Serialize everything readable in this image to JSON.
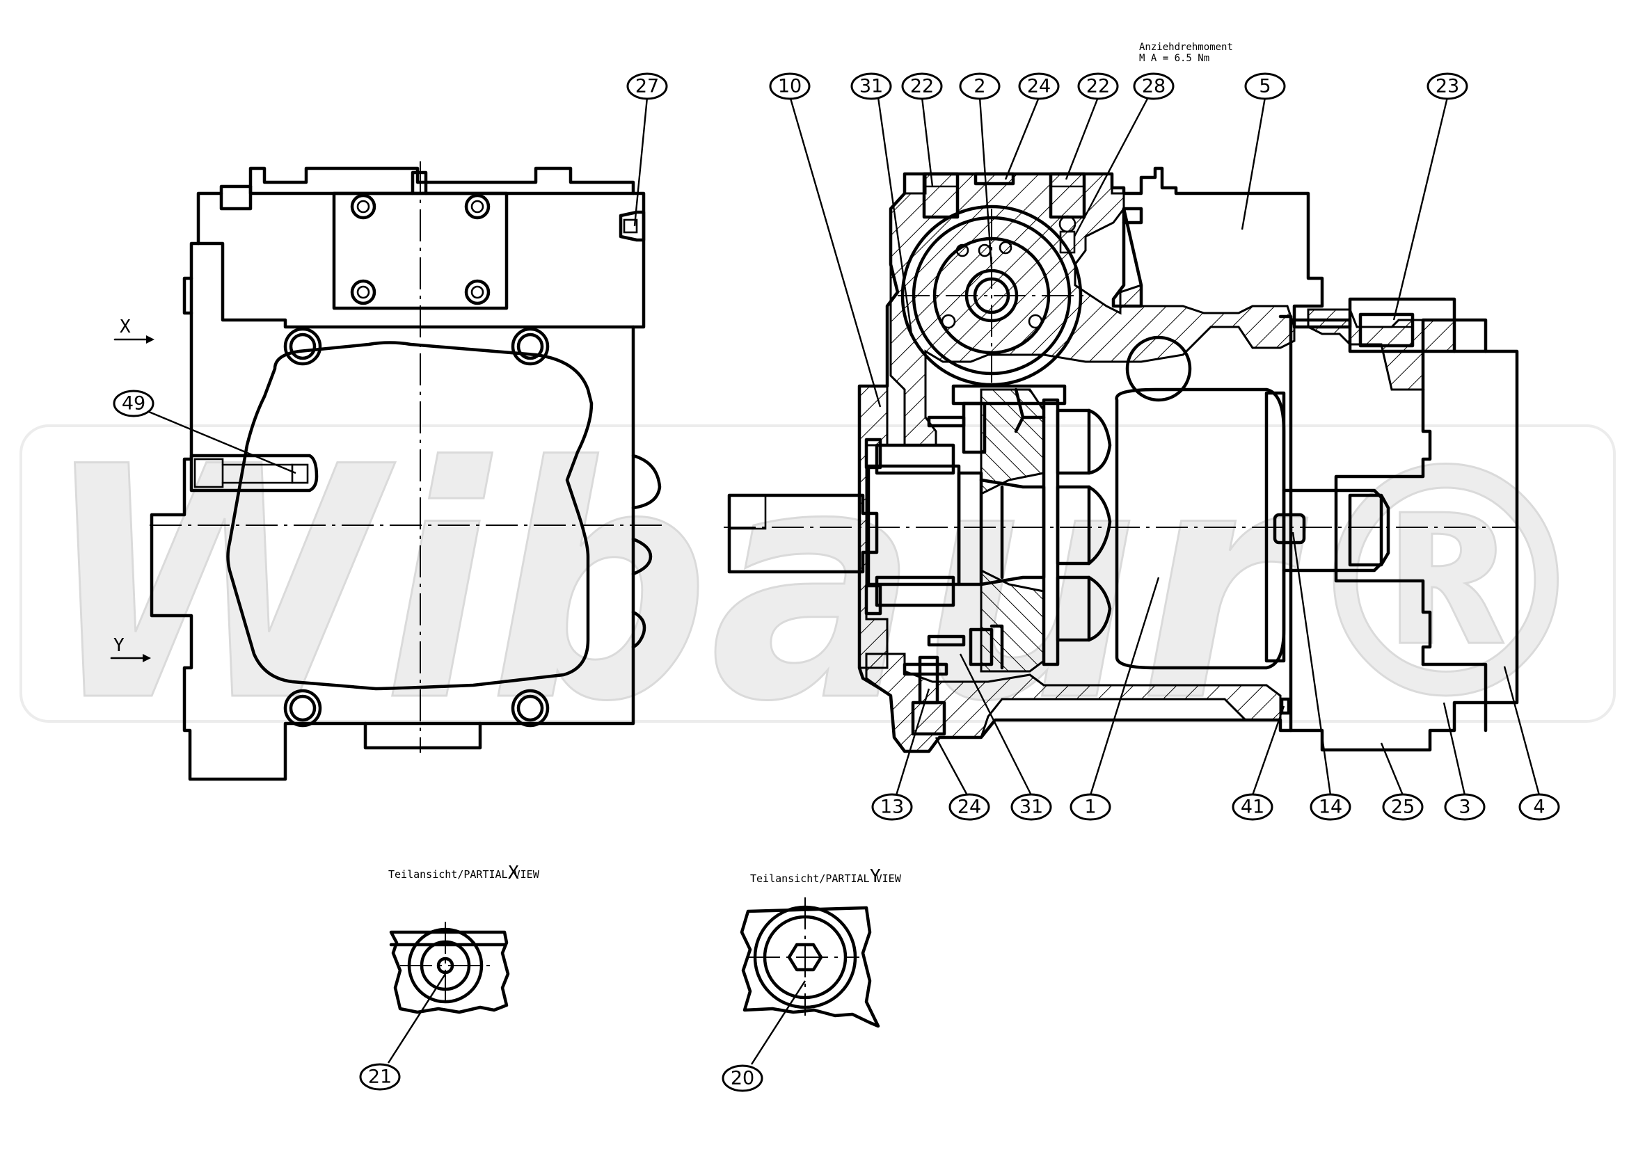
{
  "watermark": "Wibaur®",
  "torque_note": {
    "line1": "Anziehdrehmoment",
    "line2": "M A = 6.5 Nm"
  },
  "views": {
    "x_marker": "X",
    "y_marker": "Y",
    "partial_x_title": "Teilansicht/PARTIAL VIEW",
    "partial_x_letter": "X",
    "partial_y_title": "Teilansicht/PARTIAL VIEW",
    "partial_y_letter": "Y"
  },
  "balloons": [
    {
      "id": "b27",
      "label": "27"
    },
    {
      "id": "b49",
      "label": "49"
    },
    {
      "id": "b10",
      "label": "10"
    },
    {
      "id": "b31a",
      "label": "31"
    },
    {
      "id": "b22a",
      "label": "22"
    },
    {
      "id": "b2",
      "label": "2"
    },
    {
      "id": "b24a",
      "label": "24"
    },
    {
      "id": "b22b",
      "label": "22"
    },
    {
      "id": "b28",
      "label": "28"
    },
    {
      "id": "b5",
      "label": "5"
    },
    {
      "id": "b23",
      "label": "23"
    },
    {
      "id": "b13",
      "label": "13"
    },
    {
      "id": "b24b",
      "label": "24"
    },
    {
      "id": "b31b",
      "label": "31"
    },
    {
      "id": "b1",
      "label": "1"
    },
    {
      "id": "b41",
      "label": "41"
    },
    {
      "id": "b14",
      "label": "14"
    },
    {
      "id": "b25",
      "label": "25"
    },
    {
      "id": "b3",
      "label": "3"
    },
    {
      "id": "b4",
      "label": "4"
    },
    {
      "id": "b21",
      "label": "21"
    },
    {
      "id": "b20",
      "label": "20"
    }
  ],
  "colors": {
    "line": "#000000",
    "watermark": "#ededed",
    "background": "#ffffff"
  }
}
